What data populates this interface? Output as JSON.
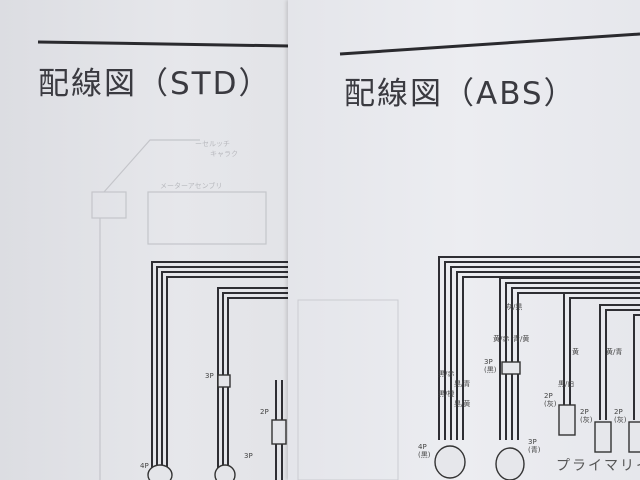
{
  "left_page": {
    "title": "配線図（STD）",
    "faint_labels": [
      "ーセルッチ",
      "キャラク",
      "メーターアセンブリ"
    ],
    "connectors": [
      "4P",
      "3P",
      "3P",
      "2P"
    ]
  },
  "right_page": {
    "title": "配線図（ABS）",
    "connectors": [
      {
        "pins": "4P",
        "color": "(黒)"
      },
      {
        "pins": "3P",
        "color": "(黒)"
      },
      {
        "pins": "3P",
        "color": "(青)"
      },
      {
        "pins": "2P",
        "color": "(灰)"
      },
      {
        "pins": "2P",
        "color": "(灰)"
      },
      {
        "pins": "2P",
        "color": "(灰)"
      }
    ],
    "wire_colors": [
      "黒/橙",
      "黒/黄",
      "黒/赤",
      "黒/青",
      "灰/黒",
      "黄/赤",
      "青/黄",
      "黄",
      "黒/白",
      "黄/青"
    ],
    "caption": "プライマリイン"
  }
}
